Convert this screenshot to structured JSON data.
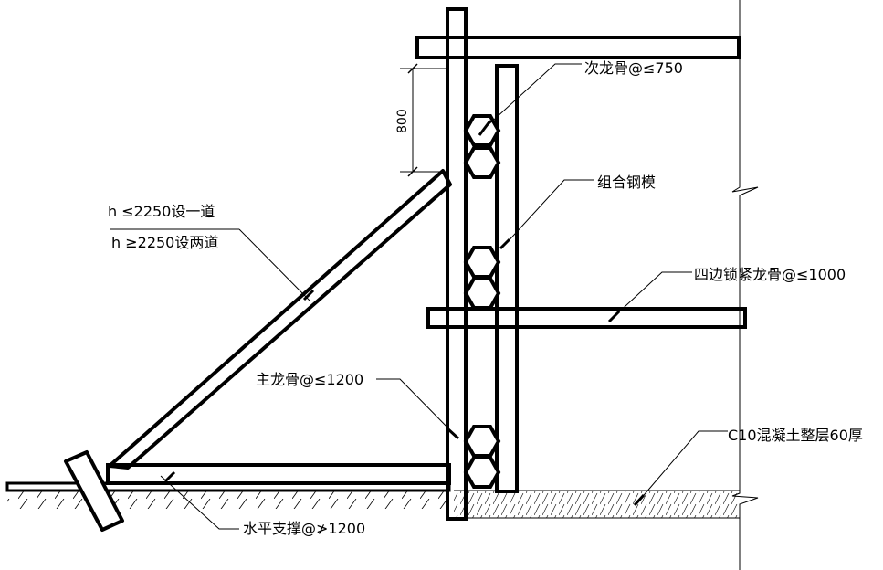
{
  "labels": {
    "secondary_joist": "次龙骨@≤750",
    "steel_formwork": "组合钢模",
    "brace_rule_1": "h ≤2250设一道",
    "brace_rule_2": "h ≥2250设两道",
    "perimeter_lock": "四边锁紧龙骨@≤1000",
    "main_joist": "主龙骨@≤1200",
    "concrete_layer": "C10混凝土整层60厚",
    "horizontal_brace": "水平支撑@≯1200"
  },
  "dimensions": {
    "vertical_spacing": "800"
  },
  "colors": {
    "line": "#000000",
    "background": "#ffffff"
  }
}
